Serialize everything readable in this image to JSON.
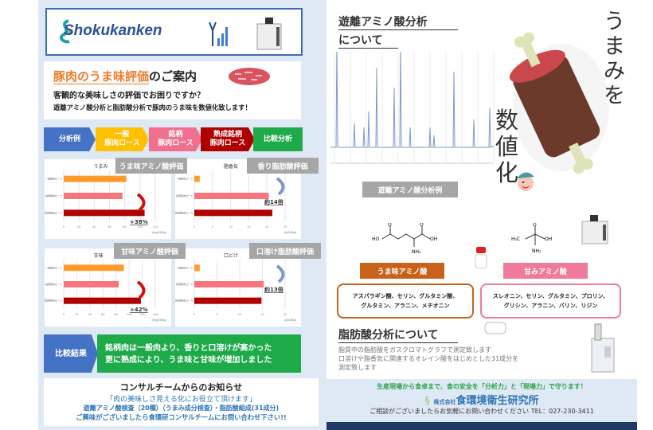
{
  "header": {
    "logo": "Shokukanken"
  },
  "intro": {
    "title_highlight": "豚肉のうま味評価",
    "title_rest": "のご案内",
    "line1": "客観的な美味しさの評価でお困りですか？",
    "line2": "遊離アミノ酸分析と脂肪酸分析で豚肉のうま味を数値化致します！"
  },
  "flow": [
    {
      "label": "分析例",
      "color": "#4472c4"
    },
    {
      "label": "一般\n豚肉ロース",
      "color": "#ffc000"
    },
    {
      "label": "銘柄\n豚肉ロース",
      "color": "#f06f8f"
    },
    {
      "label": "熟成銘柄\n豚肉ロース",
      "color": "#b00000"
    },
    {
      "label": "比較分析",
      "color": "#1faa4a"
    }
  ],
  "chart_data": [
    {
      "type": "bar",
      "orientation": "horizontal",
      "tab": "うま味アミノ酸評価",
      "title": "うまみ",
      "categories": [
        "一般豚肉ロース",
        "銘柄豚肉ロース",
        "熟成銘柄豚肉ロース"
      ],
      "values": [
        82,
        77,
        106
      ],
      "xlim": [
        0,
        120
      ],
      "ticks": [
        0,
        20,
        40,
        60,
        80,
        100,
        120
      ],
      "unit": "(mg/100g)",
      "annotation": "+38%",
      "arrow": "red"
    },
    {
      "type": "bar",
      "orientation": "horizontal",
      "tab": "香り脂肪酸評価",
      "title": "脂香気",
      "categories": [
        "一般豚肉ロース",
        "銘柄豚肉ロース",
        "熟成銘柄豚肉ロース"
      ],
      "values": [
        1.5,
        20.5,
        21.5
      ],
      "xlim": [
        0,
        25
      ],
      "ticks": [
        0,
        5,
        10,
        15,
        20,
        25
      ],
      "unit": "(g/100g)",
      "annotation": "約14倍",
      "arrow": "blue"
    },
    {
      "type": "bar",
      "orientation": "horizontal",
      "tab": "甘味アミノ酸評価",
      "title": "甘味",
      "categories": [
        "一般豚肉ロース",
        "銘柄豚肉ロース",
        "熟成銘柄豚肉ロース"
      ],
      "values": [
        92,
        84,
        118
      ],
      "xlim": [
        0,
        140
      ],
      "ticks": [
        0,
        20,
        40,
        60,
        80,
        100,
        120,
        140
      ],
      "unit": "(mg/100g)",
      "annotation": "+42%",
      "arrow": "red"
    },
    {
      "type": "bar",
      "orientation": "horizontal",
      "tab": "口溶け脂肪酸評価",
      "title": "口どけ",
      "categories": [
        "一般豚肉ロース",
        "銘柄豚肉ロース",
        "熟成銘柄豚肉ロース"
      ],
      "values": [
        1.2,
        15.3,
        14.8
      ],
      "xlim": [
        0,
        20
      ],
      "ticks": [
        0,
        5,
        10,
        15,
        20
      ],
      "unit": "(g/100g)",
      "annotation": "約13倍",
      "arrow": "blue"
    }
  ],
  "bar_colors": [
    "#ff9a2e",
    "#f5767c",
    "#b00000"
  ],
  "result": {
    "label": "比較結果",
    "line1": "銘柄肉は一般肉より、香りと口溶けが高かった",
    "line2": "更に熟成により、うま味と甘味が増加しました"
  },
  "consult": {
    "title": "コンサルチームからのお知らせ",
    "line1": "「肉の美味しさ見える化にお役立て頂けます」",
    "line2": "遊離アミノ酸検査（20種）（うまみ成分検査）・脂肪酸組成(31成分)",
    "line3": "ご興味がございましたら食環研コンサルチームにお問い合わせ下さい!!"
  },
  "amino": {
    "title1": "遊離アミノ酸分析",
    "title2": "について",
    "chart_label": "遊離アミノ酸分析例",
    "catch1": "うまみを",
    "catch2": "数値化",
    "umami_label": "うま味アミノ酸",
    "umami_list": "アスパラギン酸、セリン、グルタミン酸、\nグルタミン、アラニン、メチオニン",
    "sweet_label": "甘みアミノ酸",
    "sweet_list": "スレオニン、セリン、グルタミン、プロリン、\nグリシン、アラニン、バリン、リジン"
  },
  "fatty": {
    "title": "脂肪酸分析について",
    "line1": "脂質中の脂肪酸をガスクロマトグラフで測定致します",
    "line2": "口溶けや脂香気に関連するオレイン酸をはじめとした31成分を",
    "line3": "測定致します"
  },
  "footer": {
    "slogan": "生産現場から食卓まで、食の安全を「分析力」と「現場力」で守ります！",
    "company_prefix": "株式会社",
    "company": "食環境衛生研究所",
    "contact": "ご相談がございましたらお気軽にお問い合わせください",
    "tel": "TEL：027-230-3411"
  }
}
